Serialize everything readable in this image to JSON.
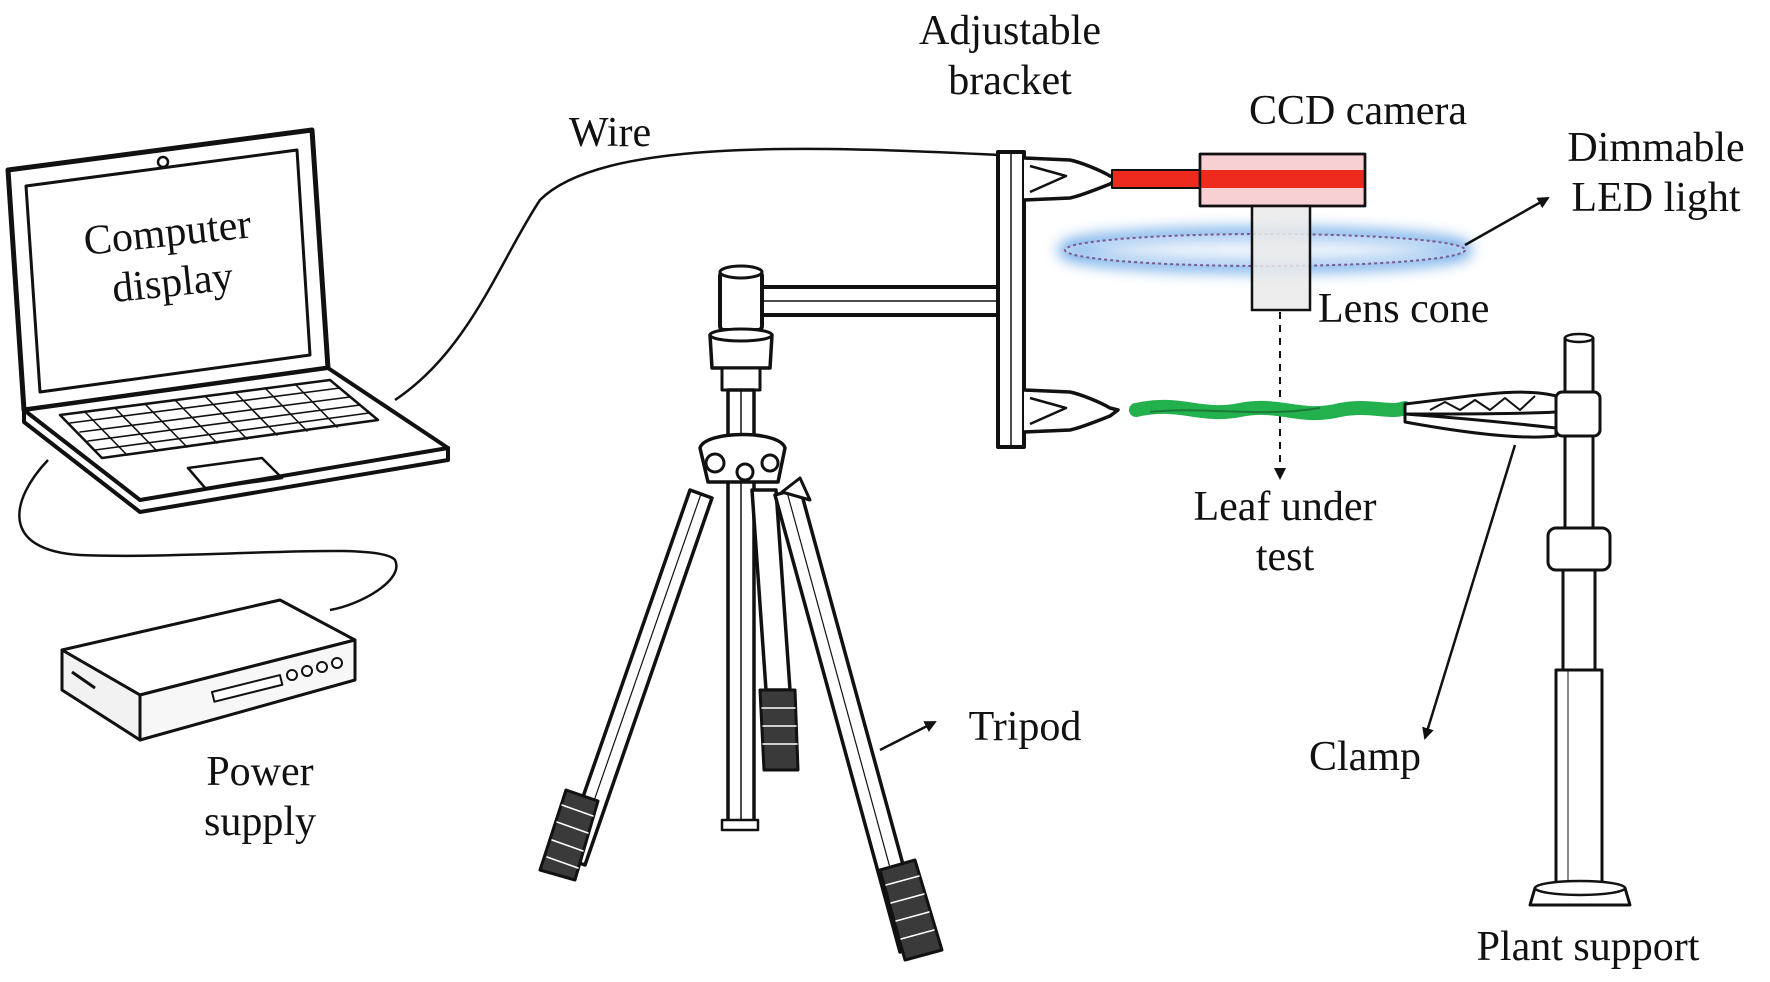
{
  "labels": {
    "computer_display": [
      "Computer",
      "display"
    ],
    "power_supply": [
      "Power",
      "supply"
    ],
    "wire": "Wire",
    "adjustable_bracket": [
      "Adjustable",
      "bracket"
    ],
    "ccd_camera": "CCD camera",
    "dimmable_led": [
      "Dimmable",
      "LED light"
    ],
    "lens_cone": "Lens cone",
    "leaf_under_test": [
      "Leaf under",
      "test"
    ],
    "tripod": "Tripod",
    "clamp": "Clamp",
    "plant_support": "Plant support"
  },
  "colors": {
    "camera_body": "#f7d0d4",
    "camera_stripe": "#ee2a1e",
    "led_glow": "#6aa8e8",
    "leaf": "#22b14c",
    "lens_cone": "#eaeaea",
    "line": "#111111"
  },
  "icons": [
    "laptop-icon",
    "power-supply-icon",
    "tripod-icon",
    "bracket-icon",
    "camera-icon",
    "led-ring-icon",
    "lens-cone-icon",
    "leaf-icon",
    "clamp-icon",
    "plant-support-icon",
    "arrow-icon"
  ]
}
